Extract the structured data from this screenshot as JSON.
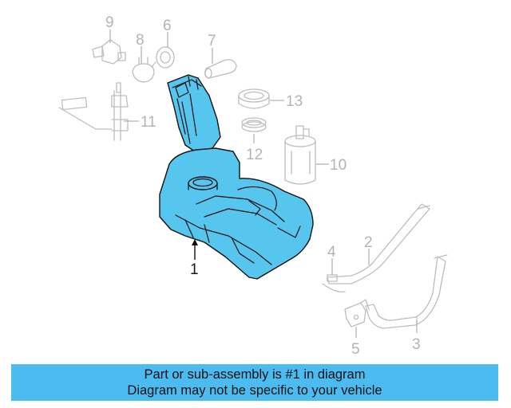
{
  "callouts": {
    "c1": "1",
    "c2": "2",
    "c3": "3",
    "c4": "4",
    "c5": "5",
    "c6": "6",
    "c7": "7",
    "c8": "8",
    "c9": "9",
    "c10": "10",
    "c11": "11",
    "c12": "12",
    "c13": "13"
  },
  "banner": {
    "line1": "Part or sub-assembly is #1 in diagram",
    "line2": "Diagram may not be specific to your vehicle"
  },
  "colors": {
    "highlight": "#57c6ee",
    "banner": "#4cbcf0",
    "ghost": "#bdbdbd"
  }
}
